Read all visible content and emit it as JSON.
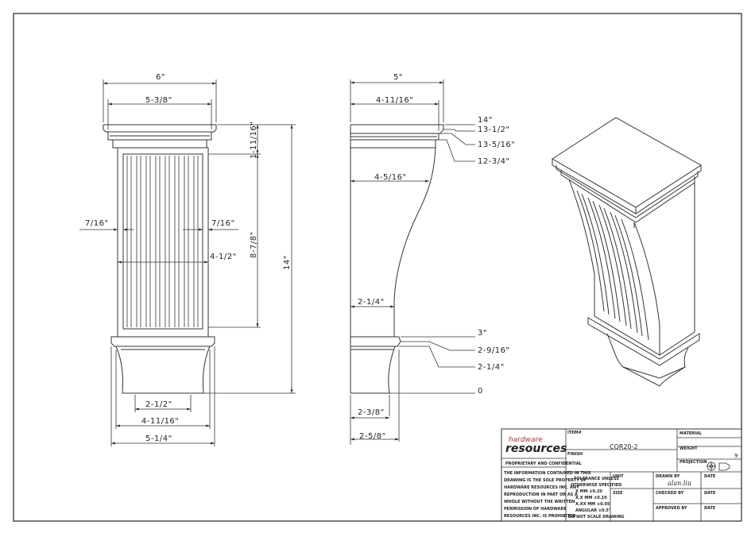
{
  "front_view": {
    "width_overall": "6\"",
    "width_top": "5-3/8\"",
    "inset_left": "7/16\"",
    "inset_right": "7/16\"",
    "panel_width": "4-1/2\"",
    "top_height": "1-11/16\"",
    "panel_height": "8-7/8\"",
    "total_height": "14\"",
    "base_inner": "2-1/2\"",
    "base_mid": "4-11/16\"",
    "base_outer": "5-1/4\""
  },
  "side_view": {
    "depth_overall": "5\"",
    "depth_top": "4-11/16\"",
    "depth_neck": "4-5/16\"",
    "depth_waist": "2-1/4\"",
    "depth_base_inner": "2-3/8\"",
    "depth_base_outer": "2-5/8\"",
    "h_14": "14\"",
    "h_13_12": "13-1/2\"",
    "h_13_516": "13-5/16\"",
    "h_12_34": "12-3/4\"",
    "h_3": "3\"",
    "h_2_916": "2-9/16\"",
    "h_2_14": "2-1/4\"",
    "h_0": "0"
  },
  "title_block": {
    "logo_top": "hardware",
    "logo_bottom": "resources",
    "proprietary": "PROPRIETARY AND CONFIDENTIAL",
    "notice": [
      "THE INFORMATION CONTAINED IN THIS",
      "DRAWING IS THE SOLE PROPERTY OF",
      "HARDWARE RESOURCES INC. ANY",
      "REPRODUCTION IN PART OR AS A",
      "WHOLE WITHOUT THE WRITTEN",
      "PERMISSION OF HARDWARE",
      "RESOURCES INC. IS PROHIBITED"
    ],
    "item_label": "ITEM#",
    "item_value": "COR20-2",
    "finish_label": "FINISH",
    "material_label": "MATERIAL",
    "weight_label": "WEIGHT",
    "weight_value": "9",
    "projection_label": "PROJECTION",
    "tolerance": [
      "TOLERANCE UNLESS",
      "OTHERWISE SPECIFIED",
      "X    MM    ±0.20",
      "X.X   MM    ±0.10",
      "X.XX  MM   ±0.05",
      "ANGULAR    ±0.5°",
      "DO NOT SCALE DRAWING"
    ],
    "unit_label": "UNIT",
    "size_label": "SIZE",
    "drawn_by_label": "DRAWN BY",
    "drawn_by_value": "alan.liu",
    "checked_by_label": "CHECKED BY",
    "approved_by_label": "APPROVED BY",
    "date_label_1": "DATE",
    "date_label_2": "DATE",
    "date_label_3": "DATE"
  }
}
